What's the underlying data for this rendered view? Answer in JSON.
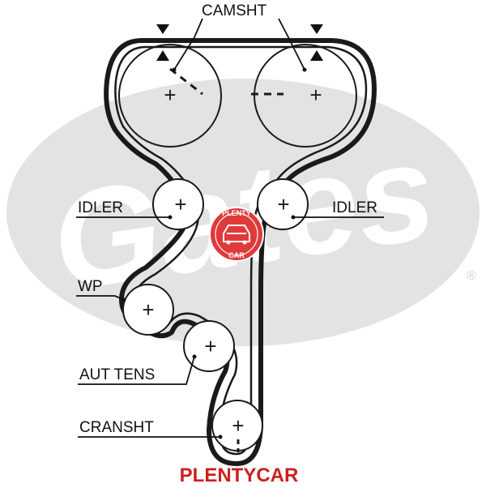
{
  "labels": {
    "camshaft": "CAMSHT",
    "idler_left": "IDLER",
    "idler_right": "IDLER",
    "water_pump": "WP",
    "auto_tensioner": "AUT TENS",
    "crankshaft": "CRANSHT"
  },
  "watermark": {
    "badge_top": "PLENTY",
    "badge_bottom": "CAR",
    "footer": "PLENTYCAR",
    "background_logo": "Gates",
    "trademark": "®"
  },
  "colors": {
    "belt": "#1a1a1a",
    "text": "#111111",
    "logo": "#e3e3e3",
    "brand": "#cc1f1f",
    "badge": "#e03a3a"
  },
  "icons": [
    "timing-mark-arrow-icon",
    "pulley-center-plus-icon",
    "car-badge-icon"
  ]
}
